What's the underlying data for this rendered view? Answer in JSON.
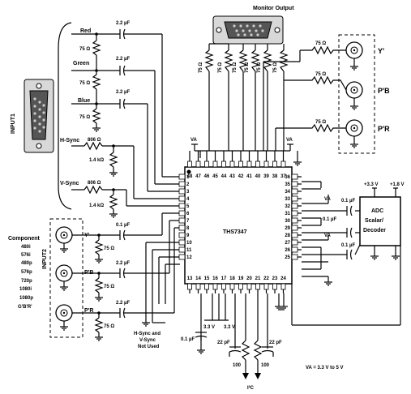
{
  "monitor_output": "Monitor Output",
  "input1": "INPUT1",
  "input2": "INPUT2",
  "chip_name": "THS7347",
  "adc_label": [
    "ADC",
    "Scalar/",
    "Decoder"
  ],
  "rgb_inputs": [
    {
      "signal": "Red",
      "res": "75 Ω",
      "cap": "2.2 µF"
    },
    {
      "signal": "Green",
      "res": "75 Ω",
      "cap": "2.2 µF"
    },
    {
      "signal": "Blue",
      "res": "75 Ω",
      "cap": "2.2 µF"
    }
  ],
  "sync_inputs": [
    {
      "signal": "H-Sync",
      "r1": "806 Ω",
      "r2": "1.4 kΩ"
    },
    {
      "signal": "V-Sync",
      "r1": "806 Ω",
      "r2": "1.4 kΩ"
    }
  ],
  "component_title": "Component",
  "component_formats": [
    "480i",
    "576i",
    "480p",
    "576p",
    "720p",
    "1080i",
    "1080p",
    "G'B'R'"
  ],
  "component_inputs": [
    {
      "signal": "Y'",
      "res": "75 Ω",
      "cap": "0.1 µF"
    },
    {
      "signal": "P'B",
      "res": "75 Ω",
      "cap": "2.2 µF"
    },
    {
      "signal": "P'R",
      "res": "75 Ω",
      "cap": "2.2 µF"
    }
  ],
  "outputs": [
    {
      "signal": "Y'",
      "res": "75 Ω"
    },
    {
      "signal": "P'B",
      "res": "75 Ω"
    },
    {
      "signal": "P'R",
      "res": "75 Ω"
    }
  ],
  "monitor_resistors": [
    "75 Ω",
    "75 Ω",
    "75 Ω",
    "75 Ω",
    "75 Ω",
    "75 Ω"
  ],
  "pins_left": [
    "1",
    "2",
    "3",
    "4",
    "5",
    "6",
    "7",
    "8",
    "9",
    "10",
    "11",
    "12"
  ],
  "pins_bottom": [
    "13",
    "14",
    "15",
    "16",
    "17",
    "18",
    "19",
    "20",
    "21",
    "22",
    "23",
    "24"
  ],
  "pins_right": [
    "36",
    "35",
    "34",
    "33",
    "32",
    "31",
    "30",
    "29",
    "28",
    "27",
    "26",
    "25"
  ],
  "pins_top": [
    "48",
    "47",
    "46",
    "45",
    "44",
    "43",
    "42",
    "41",
    "40",
    "39",
    "38",
    "37"
  ],
  "right_caps": [
    "0.1 µF",
    "0.1 µF",
    "0.1 µF"
  ],
  "supply_33": "+3.3 V",
  "supply_18": "+1.8 V",
  "va": "VA",
  "va_range": "VA = 3.3 V to 5 V",
  "bottom_33v_1": "3.3 V",
  "bottom_33v_2": "3.3 V",
  "bottom_cap": "0.1 µF",
  "cap_22pf_1": "22 pF",
  "cap_22pf_2": "22 pF",
  "res_100_1": "100",
  "res_100_2": "100",
  "i2c_label": "I²C",
  "hv_not_used": [
    "H-Sync and",
    "V-Sync",
    "Not Used"
  ]
}
